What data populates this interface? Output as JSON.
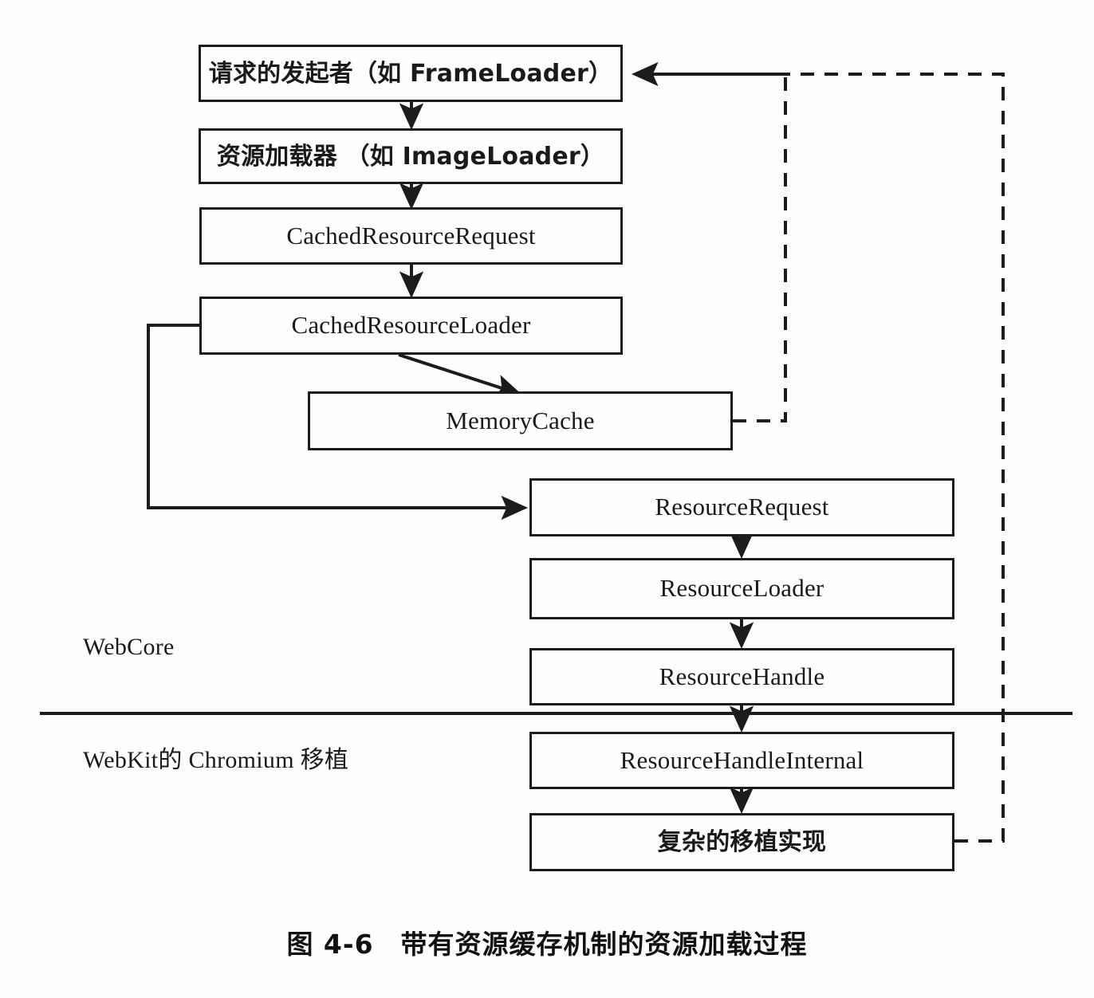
{
  "figure": {
    "caption_prefix": "图 4-6",
    "caption_text": "带有资源缓存机制的资源加载过程",
    "caption_full": "图 4-6　带有资源缓存机制的资源加载过程",
    "type": "flowchart",
    "colors": {
      "stroke": "#1c1c1c",
      "box_fill": "#fefefe",
      "background": "#fdfdfc"
    }
  },
  "zones": [
    {
      "id": "webcore",
      "label": "WebCore"
    },
    {
      "id": "webkit-chromium",
      "label": "WebKit的 Chromium 移植",
      "label_part1": "WebKit",
      "label_part2": "的",
      "label_part3": " Chromium ",
      "label_part4": "移植"
    }
  ],
  "nodes": [
    {
      "id": "request-initiator",
      "label": "请求的发起者（如 FrameLoader）",
      "script": "cjk",
      "zone": "webcore"
    },
    {
      "id": "resource-loader-cn",
      "label": "资源加载器 （如 ImageLoader）",
      "script": "cjk",
      "zone": "webcore"
    },
    {
      "id": "cached-resource-request",
      "label": "CachedResourceRequest",
      "script": "latin",
      "zone": "webcore"
    },
    {
      "id": "cached-resource-loader",
      "label": "CachedResourceLoader",
      "script": "latin",
      "zone": "webcore"
    },
    {
      "id": "memory-cache",
      "label": "MemoryCache",
      "script": "latin",
      "zone": "webcore"
    },
    {
      "id": "resource-request",
      "label": "ResourceRequest",
      "script": "latin",
      "zone": "webcore"
    },
    {
      "id": "resource-loader",
      "label": "ResourceLoader",
      "script": "latin",
      "zone": "webcore"
    },
    {
      "id": "resource-handle",
      "label": "ResourceHandle",
      "script": "latin",
      "zone": "webcore"
    },
    {
      "id": "resource-handle-internal",
      "label": "ResourceHandleInternal",
      "script": "latin",
      "zone": "webkit-chromium"
    },
    {
      "id": "complex-port-impl",
      "label": "复杂的移植实现",
      "script": "cjk",
      "zone": "webkit-chromium"
    }
  ],
  "edges": [
    {
      "id": "e1",
      "from": "request-initiator",
      "to": "resource-loader-cn",
      "style": "solid",
      "arrow": "down"
    },
    {
      "id": "e2",
      "from": "resource-loader-cn",
      "to": "cached-resource-request",
      "style": "solid",
      "arrow": "down"
    },
    {
      "id": "e3",
      "from": "cached-resource-request",
      "to": "cached-resource-loader",
      "style": "solid",
      "arrow": "down"
    },
    {
      "id": "e4",
      "from": "cached-resource-loader",
      "to": "memory-cache",
      "style": "solid",
      "arrow": "diagonal"
    },
    {
      "id": "e5",
      "from": "cached-resource-loader",
      "to": "resource-request",
      "style": "solid",
      "arrow": "elbow-left"
    },
    {
      "id": "e6",
      "from": "resource-request",
      "to": "resource-loader",
      "style": "solid",
      "arrow": "down"
    },
    {
      "id": "e7",
      "from": "resource-loader",
      "to": "resource-handle",
      "style": "solid",
      "arrow": "down"
    },
    {
      "id": "e8",
      "from": "resource-handle",
      "to": "resource-handle-internal",
      "style": "solid",
      "arrow": "down"
    },
    {
      "id": "e9",
      "from": "resource-handle-internal",
      "to": "complex-port-impl",
      "style": "solid",
      "arrow": "down"
    },
    {
      "id": "e10",
      "from": "memory-cache",
      "to": "request-initiator",
      "style": "dashed",
      "arrow": "elbow-right"
    },
    {
      "id": "e11",
      "from": "complex-port-impl",
      "to": "request-initiator",
      "style": "dashed",
      "arrow": "elbow-right"
    }
  ]
}
